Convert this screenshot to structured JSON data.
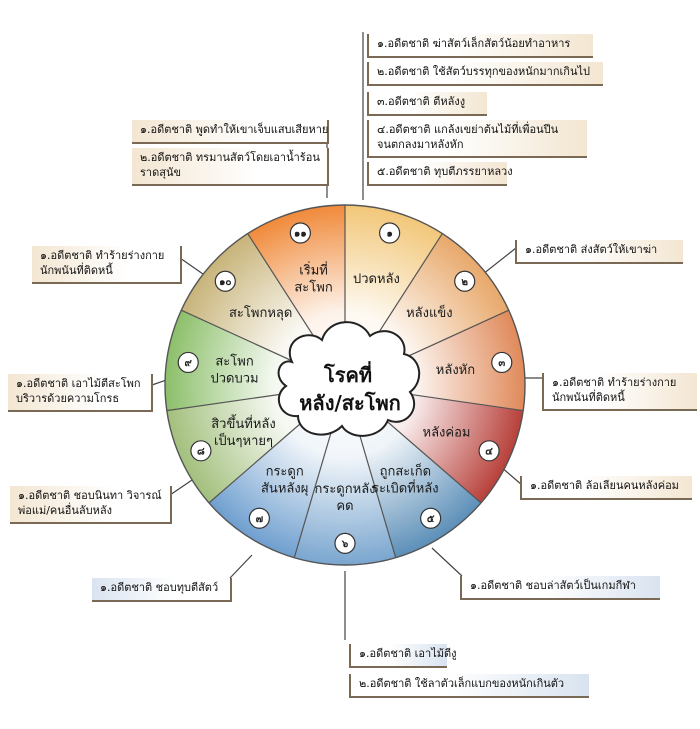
{
  "center": {
    "line1": "โรคที่",
    "line2": "หลัง/สะโพก"
  },
  "segments": [
    {
      "num": "๑",
      "label": [
        "ปวดหลัง"
      ],
      "color": "#f2c779"
    },
    {
      "num": "๒",
      "label": [
        "หลังแข็ง"
      ],
      "color": "#e8a86a"
    },
    {
      "num": "๓",
      "label": [
        "หลังหัก"
      ],
      "color": "#e08a5a"
    },
    {
      "num": "๔",
      "label": [
        "หลังค่อม"
      ],
      "color": "#b8403a"
    },
    {
      "num": "๕",
      "label": [
        "ถูกสะเก็ด",
        "ระเบิดที่หลัง"
      ],
      "color": "#5c8fb8"
    },
    {
      "num": "๖",
      "label": [
        "กระดูกหลัง",
        "คด"
      ],
      "color": "#7aa6cf"
    },
    {
      "num": "๗",
      "label": [
        "กระดูก",
        "สันหลังผุ"
      ],
      "color": "#6f9fcf"
    },
    {
      "num": "๘",
      "label": [
        "สิวขึ้นที่หลัง",
        "เป็นๆหายๆ"
      ],
      "color": "#a3c07d"
    },
    {
      "num": "๙",
      "label": [
        "สะโพก",
        "ปวดบวม"
      ],
      "color": "#8cbf6a"
    },
    {
      "num": "๑๐",
      "label": [
        "สะโพกหลุด"
      ],
      "color": "#c8b47a"
    },
    {
      "num": "๑๑",
      "label": [
        "เริ่มที่",
        "สะโพก"
      ],
      "color": "#f08a3a"
    }
  ],
  "boxes": {
    "top_right": [
      [
        "๑.อดีตชาติ ฆ่าสัตว์เล็กสัตว์น้อยทำอาหาร"
      ],
      [
        "๒.อดีตชาติ ใช้สัตว์บรรทุกของหนักมากเกินไป"
      ],
      [
        "๓.อดีตชาติ ตีหลังงู"
      ],
      [
        "๔.อดีตชาติ แกล้งเขย่าต้นไม้ที่เพื่อนปีน",
        "จนตกลงมาหลังหัก"
      ],
      [
        "๕.อดีตชาติ ทุบตีภรรยาหลวง"
      ]
    ],
    "top_left": [
      [
        "๑.อดีตชาติ พูดทำให้เขาเจ็บแสบเสียหาย"
      ],
      [
        "๒.อดีตชาติ ทรมานสัตว์โดยเอาน้ำร้อน",
        "ราดสุนัข"
      ]
    ],
    "seg2": [
      "๑.อดีตชาติ ส่งสัตว์ให้เขาฆ่า"
    ],
    "seg10": [
      "๑.อดีตชาติ ทำร้ายร่างกาย",
      "นักพนันที่ติดหนี้"
    ],
    "seg3": [
      "๑.อดีตชาติ ทำร้ายร่างกาย",
      "นักพนันที่ติดหนี้"
    ],
    "seg9": [
      "๑.อดีตชาติ เอาไม้ตีสะโพก",
      "บริวารด้วยความโกรธ"
    ],
    "seg4": [
      "๑.อดีตชาติ ล้อเลียนคนหลังค่อม"
    ],
    "seg8": [
      "๑.อดีตชาติ ชอบนินทา วิจารณ์",
      "พ่อแม่/คนอื่นลับหลัง"
    ],
    "seg7": [
      "๑.อดีตชาติ ชอบทุบตีสัตว์"
    ],
    "seg5": [
      "๑.อดีตชาติ ชอบล่าสัตว์เป็นเกมกีฬา"
    ],
    "bottom": [
      [
        "๑.อดีตชาติ เอาไม้ตีงู"
      ],
      [
        "๒.อดีตชาติ ใช้ลาตัวเล็กแบกของหนักเกินตัว"
      ]
    ]
  }
}
